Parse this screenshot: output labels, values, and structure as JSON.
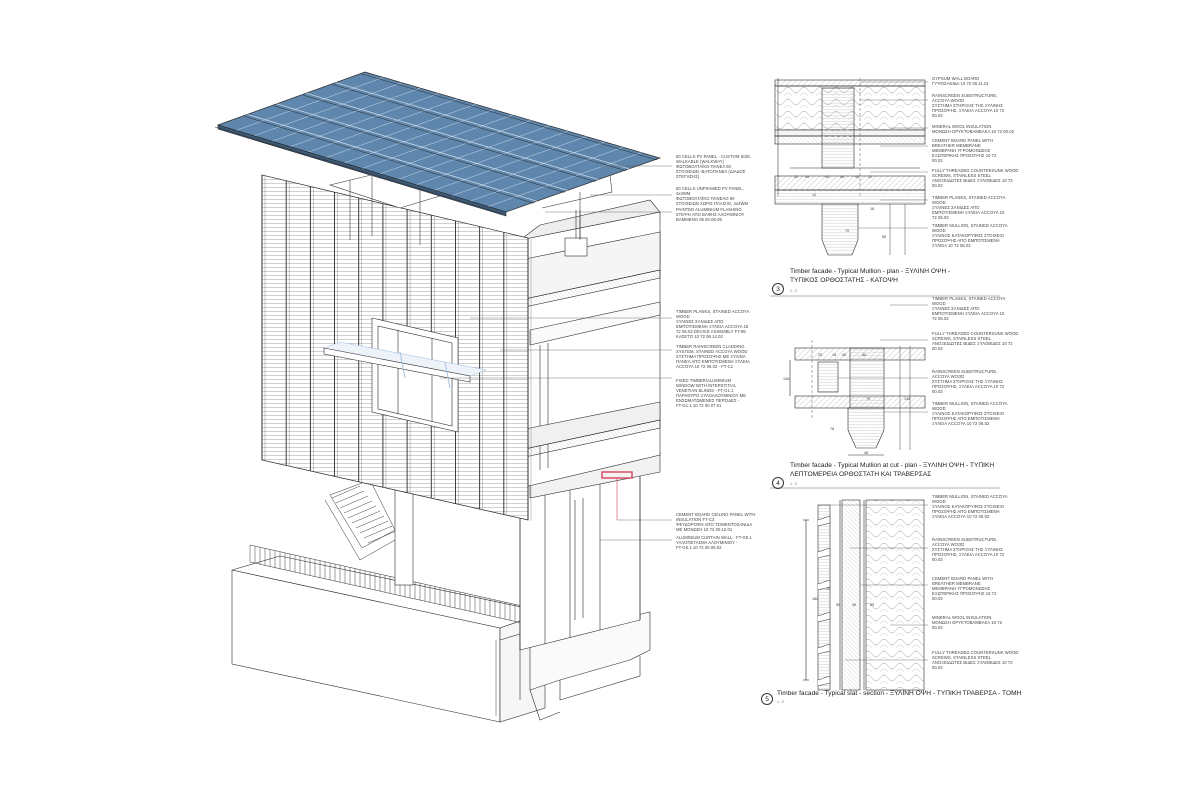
{
  "axonometric_annotations": {
    "pv_custom": "60 CELLS PV PANEL - CUSTOM SIZE,\nWALKABLE (WALKWAY)\nΦΩΤΟΒΟΛΤΑΪΚΟ ΠΑΝΕΛ 60\nΣΤΟΙΧΕΙΩΝ -ΒΑΤΟΠΑΝΕΛ (ΔΙΑΔΟΣ\nΣΤΕΓΗΣΗΣ)",
    "pv_unframed": "60 CELLS UNFRAMED PV PANEL,\n4x4WM\nΦΩΤΟΒΟΛΤΑΪΚΟ ΠΑΝΕΛΟ 60\nΣΤΟΙΧΕΙΩΝ ΧΩΡΙΣ ΠΛΑΙΣΙΟ, 4x4WM",
    "flashing": "PAINTED ALUMINIUM FLASHING\nΣΤΕΨΗ ΑΠΟ ΒΑΦΗΣ ΑΛΟΥΜΙΝΙΟΥ\nΒΑΜΜΕΝΟ 05 50.06.05",
    "timber_planks": "TIMBER PLANKS, STAINED ACCOYA\nWOOD\nΞΥΛΙΝΕΣ ΣΑΝΙΔΕΣ ΑΠΟ\nΕΜΠΟΤΙΣΜΕΝΗ ΞΥΛΕΙΑ ACCOYA 18\n72 06.02 DEVICE ASSEMBLY FT-96\nΚΑΣΕΤΟ 10 72 06.14.02",
    "rainscreen_cladding": "TIMBER RAINSCREEN CLADDING\nSYSTEM, STAINED ACCOYA WOOD\nΣΥΣΤΗΜΑ ΠΡΟΣΟΨΗΣ ΜΕ ΞΥΛΙΝΑ\nΠΑΝΕΛ ΑΠΟ ΕΜΠΟΤΙΣΜΕΝΗ ΞΥΛΕΙΑ\nACCOYA 10 72 06.02 - FT-C1",
    "fixed_window": "FIXED TIMBER/ALUMINIUM\nWINDOW WITH INTERSTITIAL\nVENETIAN BLINDS - FT-G1.1\nΠΑΡΑΘΥΡΟ ΞΥΛΟΑΛΟΥΜΙΝΙΟΥ ΜΕ\nΕΝΣΩΜΑΤΩΜΕΝΕΣ ΠΕΡΣΙΔΕΣ -\nFT-G1.1 10 72 00.07.01",
    "cement_board": "CEMENT BOARD CEILING PANEL WITH\nINSULATION FT-C3\nΨΕΥΔΟΡΟΦΗ ΑΠΟ ΤΣΙΜΕΝΤΟΣΑΝΙΔΑ\nΜΕ ΜΟΝΩΣΗ 10 72 00.12.01",
    "curtain_wall": "ALUMINIUM CURTAIN WALL - FT-G5.1\nΥΑΛΟΠΕΤΑΣΜΑ ΑΛΟΥΜΙΝΙΟΥ -\nFT-G5.1 10 72 00.06.02"
  },
  "detail3": {
    "number": "3",
    "title": "Timber facade - Typical Mullion - plan - ΞΥΛΙΝΗ ΟΨΗ -",
    "subtitle": "ΤΥΠΙΚΟΣ ΟΡΘΟΣΤΑΤΗΣ - ΚΑΤΟΨΗ",
    "scale": "1 : 2",
    "annotations": [
      "GYPSUM WALL BOARD\nΓΥΨΟΣΑΝΙΔΑ 10 72 00.11.01",
      "RAINSCREEN SUBSTRUCTURE,\nACCOYA WOOD\nΣΥΣΤΗΜΑ ΣΤΗΡΙΞΗΣ ΤΗΣ ΞΥΛΙΝΗΣ\nΠΡΟΣΟΨΗΣ, ΞΥΛΕΙΑ ACCOYA 10 72\n00.02",
      "MINERAL WOOL INSULATION\nΜΟΝΩΣΗ ΟΡΥΚΤΟΒΑΜΒΑΚΑ 10 72 00.02",
      "CEMENT BOARD PANEL WITH\nBREATHER MEMBRANE\nΜΕΜΒΡΑΝΗ ΥΓΡΟΜΟΝΩΣΗΣ\nΕΞΩΤΕΡΙΚΗΣ ΠΡΟΣΟΨΗΣ 10 72\n00.02",
      "FULLY THREADED COUNTERSUNK WOOD\nSCREWS, STAINLESS STEEL\nΑΝΟΞΕΙΔΩΤΕΣ ΒΙΔΕΣ ΞΥΛΟΒΙΔΕΣ 10 72\n00.02",
      "TIMBER PLANKS, STAINED ACCOYA\nWOOD\nΞΥΛΙΝΕΣ ΣΑΝΙΔΕΣ ΑΠΟ\nΕΜΠΟΤΙΣΜΕΝΗ ΞΥΛΕΙΑ ACCOYA 10\n72 06.02",
      "TIMBER MULLION, STAINED ACCOYA\nWOOD\nΞΥΛΙΝΟΣ ΚΑΤΑΚΟΡΥΦΟΣ ΣΤΟΙΧΕΙΟ\nΠΡΟΣΟΨΗΣ ΑΠΟ ΕΜΠΟΤΙΣΜΕΝΗ\nΞΥΛΕΙΑ 10 72 06.02"
    ]
  },
  "detail4": {
    "number": "4",
    "title": "Timber facade - Typical Mullion at cut - plan - ΞΥΛΙΝΗ ΟΨΗ - ΤΥΠΙΚΗ",
    "subtitle": "ΛΕΠΤΟΜΕΡΕΙΑ ΟΡΘΟΣΤΑΤΗ ΚΑΙ ΤΡΑΒΕΡΣΑΣ",
    "scale": "1 : 2",
    "annotations": [
      "TIMBER PLANKS, STAINED ACCOYA\nWOOD\nΞΥΛΙΝΕΣ ΣΑΝΙΔΕΣ ΑΠΟ\nΕΜΠΟΤΙΣΜΕΝΗ ΞΥΛΕΙΑ ACCOYA 10\n72 06.02",
      "FULLY THREADED COUNTERSUNK WOOD\nSCREWS, STAINLESS STEEL\nΑΝΟΞΕΙΔΩΤΕΣ ΒΙΔΕΣ ΞΥΛΟΒΙΔΕΣ 10 72\n00.02",
      "RAINSCREEN SUBSTRUCTURE,\nACCOYA WOOD\nΣΥΣΤΗΜΑ ΣΤΗΡΙΞΗΣ ΤΗΣ ΞΥΛΙΝΗΣ\nΠΡΟΣΟΨΗΣ, ΞΥΛΕΙΑ ACCOYA 10 72\n00.02",
      "TIMBER MULLION, STAINED ACCOYA\nWOOD\nΞΥΛΙΝΟΣ ΚΑΤΑΚΟΡΥΦΟΣ ΣΤΟΙΧΕΙΟ\nΠΡΟΣΟΨΗΣ ΑΠΟ ΕΜΠΟΤΙΣΜΕΝΗ\nΞΥΛΕΙΑ ACCOYA 10 72 06.02"
    ]
  },
  "detail5": {
    "number": "5",
    "title": "Timber facade - Typical slat - section - ΞΥΛΙΝΗ ΟΨΗ - ΤΥΠΙΚΗ ΤΡΑΒΕΡΣΑ - ΤΟΜΗ",
    "scale": "1 : 2",
    "annotations": [
      "TIMBER MULLION, STAINED ACCOYA\nWOOD\nΞΥΛΙΝΟΣ ΚΑΤΑΚΟΡΥΦΟΣ ΣΤΟΙΧΕΙΟ\nΠΡΟΣΟΨΗΣ ΑΠΟ ΕΜΠΟΤΙΣΜΕΝΗ\nΞΥΛΕΙΑ ACCOYA 10 72 06.02",
      "RAINSCREEN SUBSTRUCTURE,\nACCOYA WOOD\nΣΥΣΤΗΜΑ ΣΤΗΡΙΞΗΣ ΤΗΣ ΞΥΛΙΝΗΣ\nΠΡΟΣΟΨΗΣ, ΞΥΛΕΙΑ ACCOYA 10 72\n00.02",
      "CEMENT BOARD PANEL WITH\nBREATHER MEMBRANE\nΜΕΜΒΡΑΝΗ ΥΓΡΟΜΟΝΩΣΗΣ\nΕΞΩΤΕΡΙΚΗΣ ΠΡΟΣΟΨΗΣ 10 72\n00.02",
      "MINERAL WOOL INSULATION\nΜΟΝΩΣΗ ΟΡΥΚΤΟΒΑΜΒΑΚΑ 10 72\n00.02",
      "FULLY THREADED COUNTERSUNK WOOD\nSCREWS, STAINLESS STEEL\nΑΝΟΞΕΙΔΩΤΕΣ ΒΙΔΕΣ ΞΥΛΟΒΙΔΕΣ 10 72\n00.02"
    ]
  },
  "dimensions": {
    "d3": [
      "22",
      "44",
      "40",
      "46",
      "40",
      "22",
      "85",
      "18",
      "12",
      "70"
    ],
    "d4": [
      "25",
      "18",
      "40",
      "46",
      "70",
      "136",
      "136",
      "78",
      "46"
    ],
    "d5": [
      "55",
      "36",
      "85",
      "25",
      "188"
    ]
  },
  "colors": {
    "pv_fill": "#5f86ad",
    "pv_grid": "#d6e2ee",
    "line": "#2b2b2b",
    "hatch": "#9a9a9a",
    "highlight": "#d9415e",
    "glass": "#a8c4e6"
  }
}
